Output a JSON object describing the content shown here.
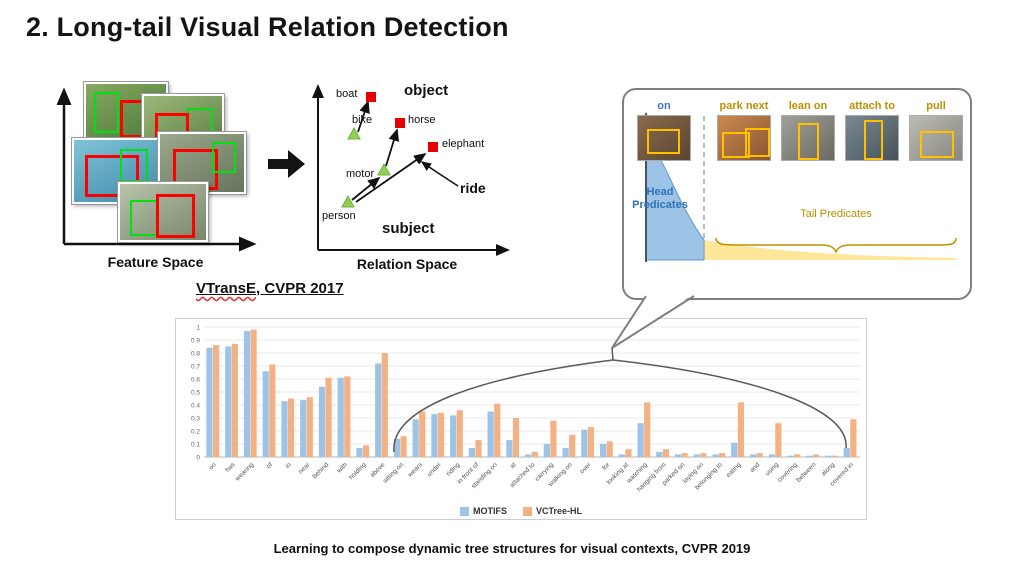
{
  "title": "2. Long-tail Visual Relation Detection",
  "feature_space": {
    "label": "Feature Space"
  },
  "relation_space": {
    "label": "Relation Space",
    "object_label": "object",
    "subject_label": "subject",
    "ride_label": "ride",
    "boat": "boat",
    "bike": "bike",
    "horse": "horse",
    "motor": "motor",
    "elephant": "elephant",
    "person": "person"
  },
  "vtranse_caption": {
    "method": "VTransE",
    "rest": ", CVPR 2017"
  },
  "bubble": {
    "head_label": "Head Predicates",
    "tail_label": "Tail Predicates",
    "predicates": [
      {
        "label": "on"
      },
      {
        "label": "park next"
      },
      {
        "label": "lean on"
      },
      {
        "label": "attach to"
      },
      {
        "label": "pull"
      }
    ],
    "colors": {
      "head_text": "#2E74B5",
      "tail_text": "#BF8F00",
      "head_fill": "#9DC3E6",
      "tail_fill": "#FFE699"
    }
  },
  "chart_data": {
    "type": "bar",
    "title": "",
    "ylabel": "",
    "xlabel": "",
    "ylim": [
      0,
      1
    ],
    "yticks": [
      0,
      0.1,
      0.2,
      0.3,
      0.4,
      0.5,
      0.6,
      0.7,
      0.8,
      0.9,
      1
    ],
    "grid": true,
    "legend_position": "bottom",
    "categories": [
      "on",
      "has",
      "wearing",
      "of",
      "in",
      "near",
      "behind",
      "with",
      "holding",
      "above",
      "sitting on",
      "wears",
      "under",
      "riding",
      "in front of",
      "standing on",
      "at",
      "attached to",
      "carrying",
      "walking on",
      "over",
      "for",
      "looking at",
      "watching",
      "hanging from",
      "parked on",
      "laying on",
      "belonging to",
      "eating",
      "and",
      "using",
      "covering",
      "between",
      "along",
      "covered in"
    ],
    "series": [
      {
        "name": "MOTIFS",
        "color": "#9DC3E6",
        "values": [
          0.84,
          0.85,
          0.97,
          0.66,
          0.43,
          0.44,
          0.54,
          0.61,
          0.07,
          0.72,
          0.14,
          0.29,
          0.33,
          0.32,
          0.07,
          0.35,
          0.13,
          0.02,
          0.1,
          0.07,
          0.21,
          0.1,
          0.02,
          0.26,
          0.04,
          0.02,
          0.02,
          0.02,
          0.11,
          0.02,
          0.02,
          0.01,
          0.01,
          0.01,
          0.07
        ]
      },
      {
        "name": "VCTree-HL",
        "color": "#F4B183",
        "values": [
          0.86,
          0.87,
          0.98,
          0.71,
          0.45,
          0.46,
          0.61,
          0.62,
          0.09,
          0.8,
          0.16,
          0.35,
          0.34,
          0.36,
          0.13,
          0.41,
          0.3,
          0.04,
          0.28,
          0.17,
          0.23,
          0.12,
          0.06,
          0.42,
          0.06,
          0.03,
          0.03,
          0.03,
          0.42,
          0.03,
          0.26,
          0.02,
          0.02,
          0.01,
          0.29
        ]
      }
    ]
  },
  "caption": "Learning to compose dynamic tree structures for visual contexts, CVPR 2019"
}
